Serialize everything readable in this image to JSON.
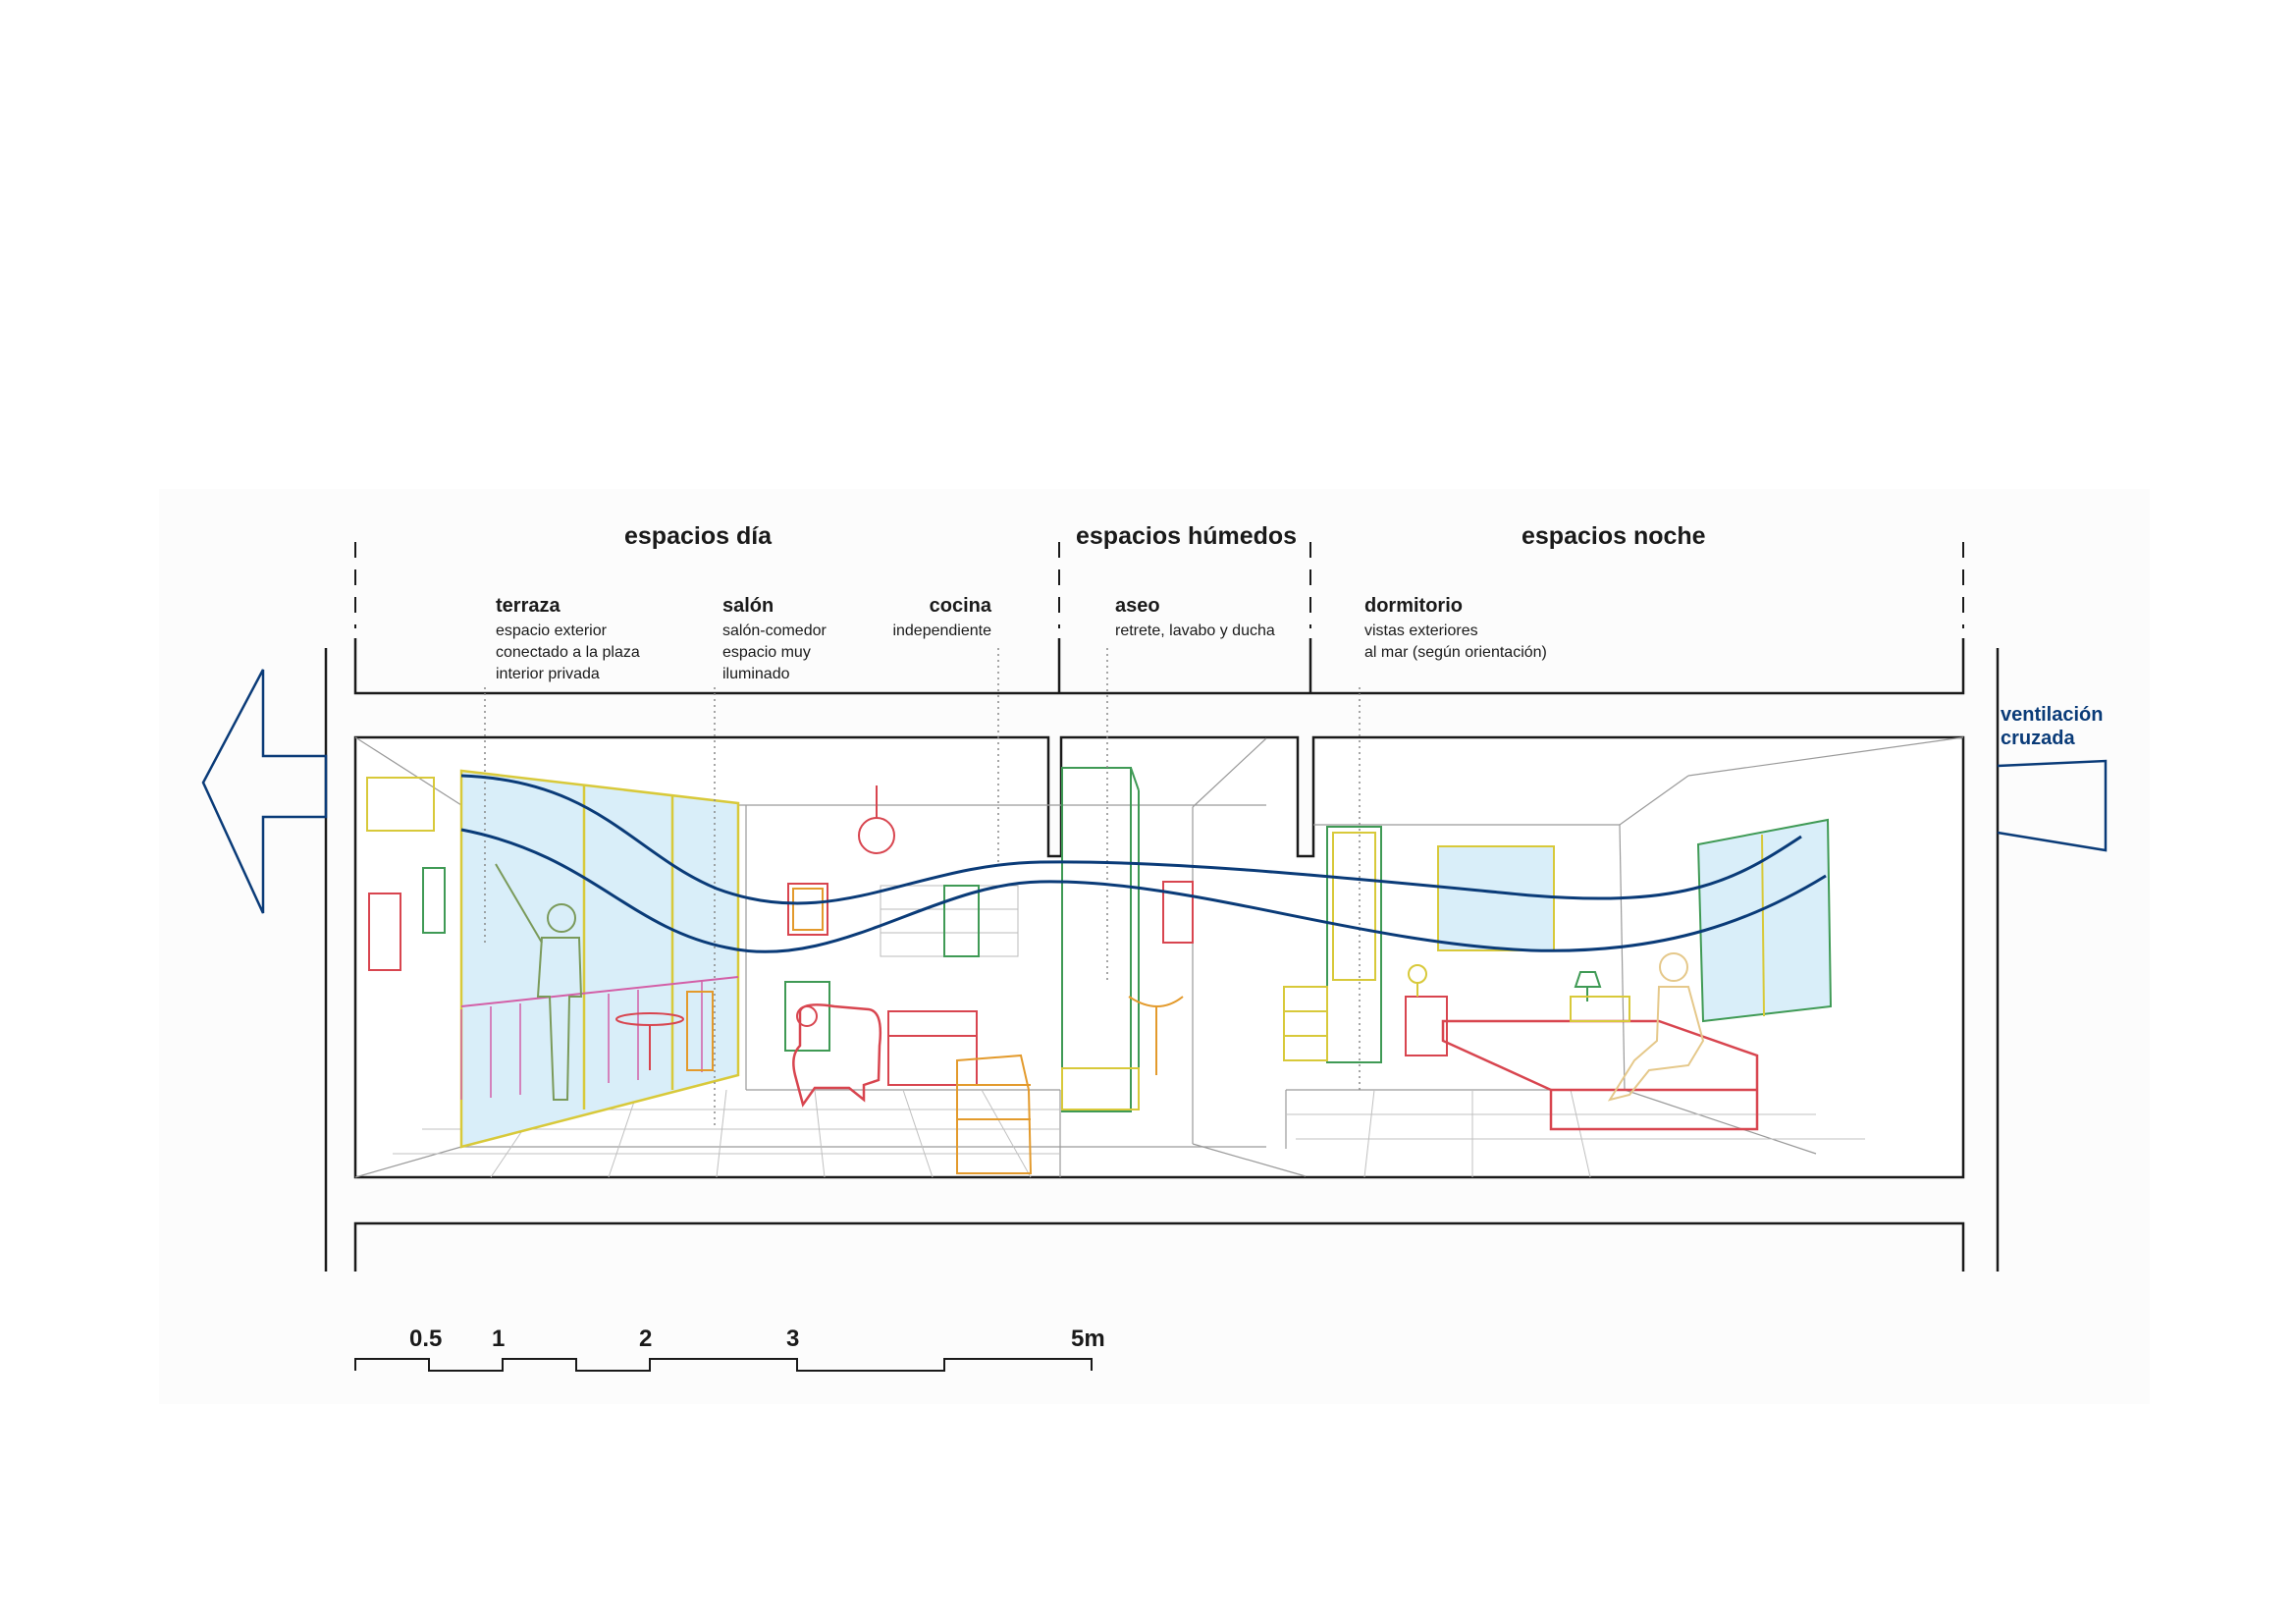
{
  "zones": {
    "day": "espacios día",
    "wet": "espacios húmedos",
    "night": "espacios noche"
  },
  "rooms": {
    "terraza": {
      "name": "terraza",
      "lines": [
        "espacio exterior",
        "conectado a la plaza",
        "interior privada"
      ]
    },
    "salon": {
      "name": "salón",
      "lines": [
        "salón-comedor",
        "espacio muy",
        "iluminado"
      ]
    },
    "cocina": {
      "name": "cocina",
      "lines": [
        "independiente"
      ]
    },
    "aseo": {
      "name": "aseo",
      "lines": [
        "retrete, lavabo y ducha"
      ]
    },
    "dormitorio": {
      "name": "dormitorio",
      "lines": [
        "vistas exteriores",
        "al mar (según orientación)"
      ]
    }
  },
  "ventilation": {
    "lines": [
      "ventilación",
      "cruzada"
    ]
  },
  "scale": [
    "0.5",
    "1",
    "2",
    "3",
    "5m"
  ],
  "colors": {
    "flow": "#0a3b78",
    "glass": "#d9eef9",
    "yellow": "#d8c93a",
    "green": "#3f9a55",
    "red": "#d8454f",
    "pink": "#d35fa7",
    "orange": "#e39a2c",
    "figure": "#e5c88a"
  }
}
